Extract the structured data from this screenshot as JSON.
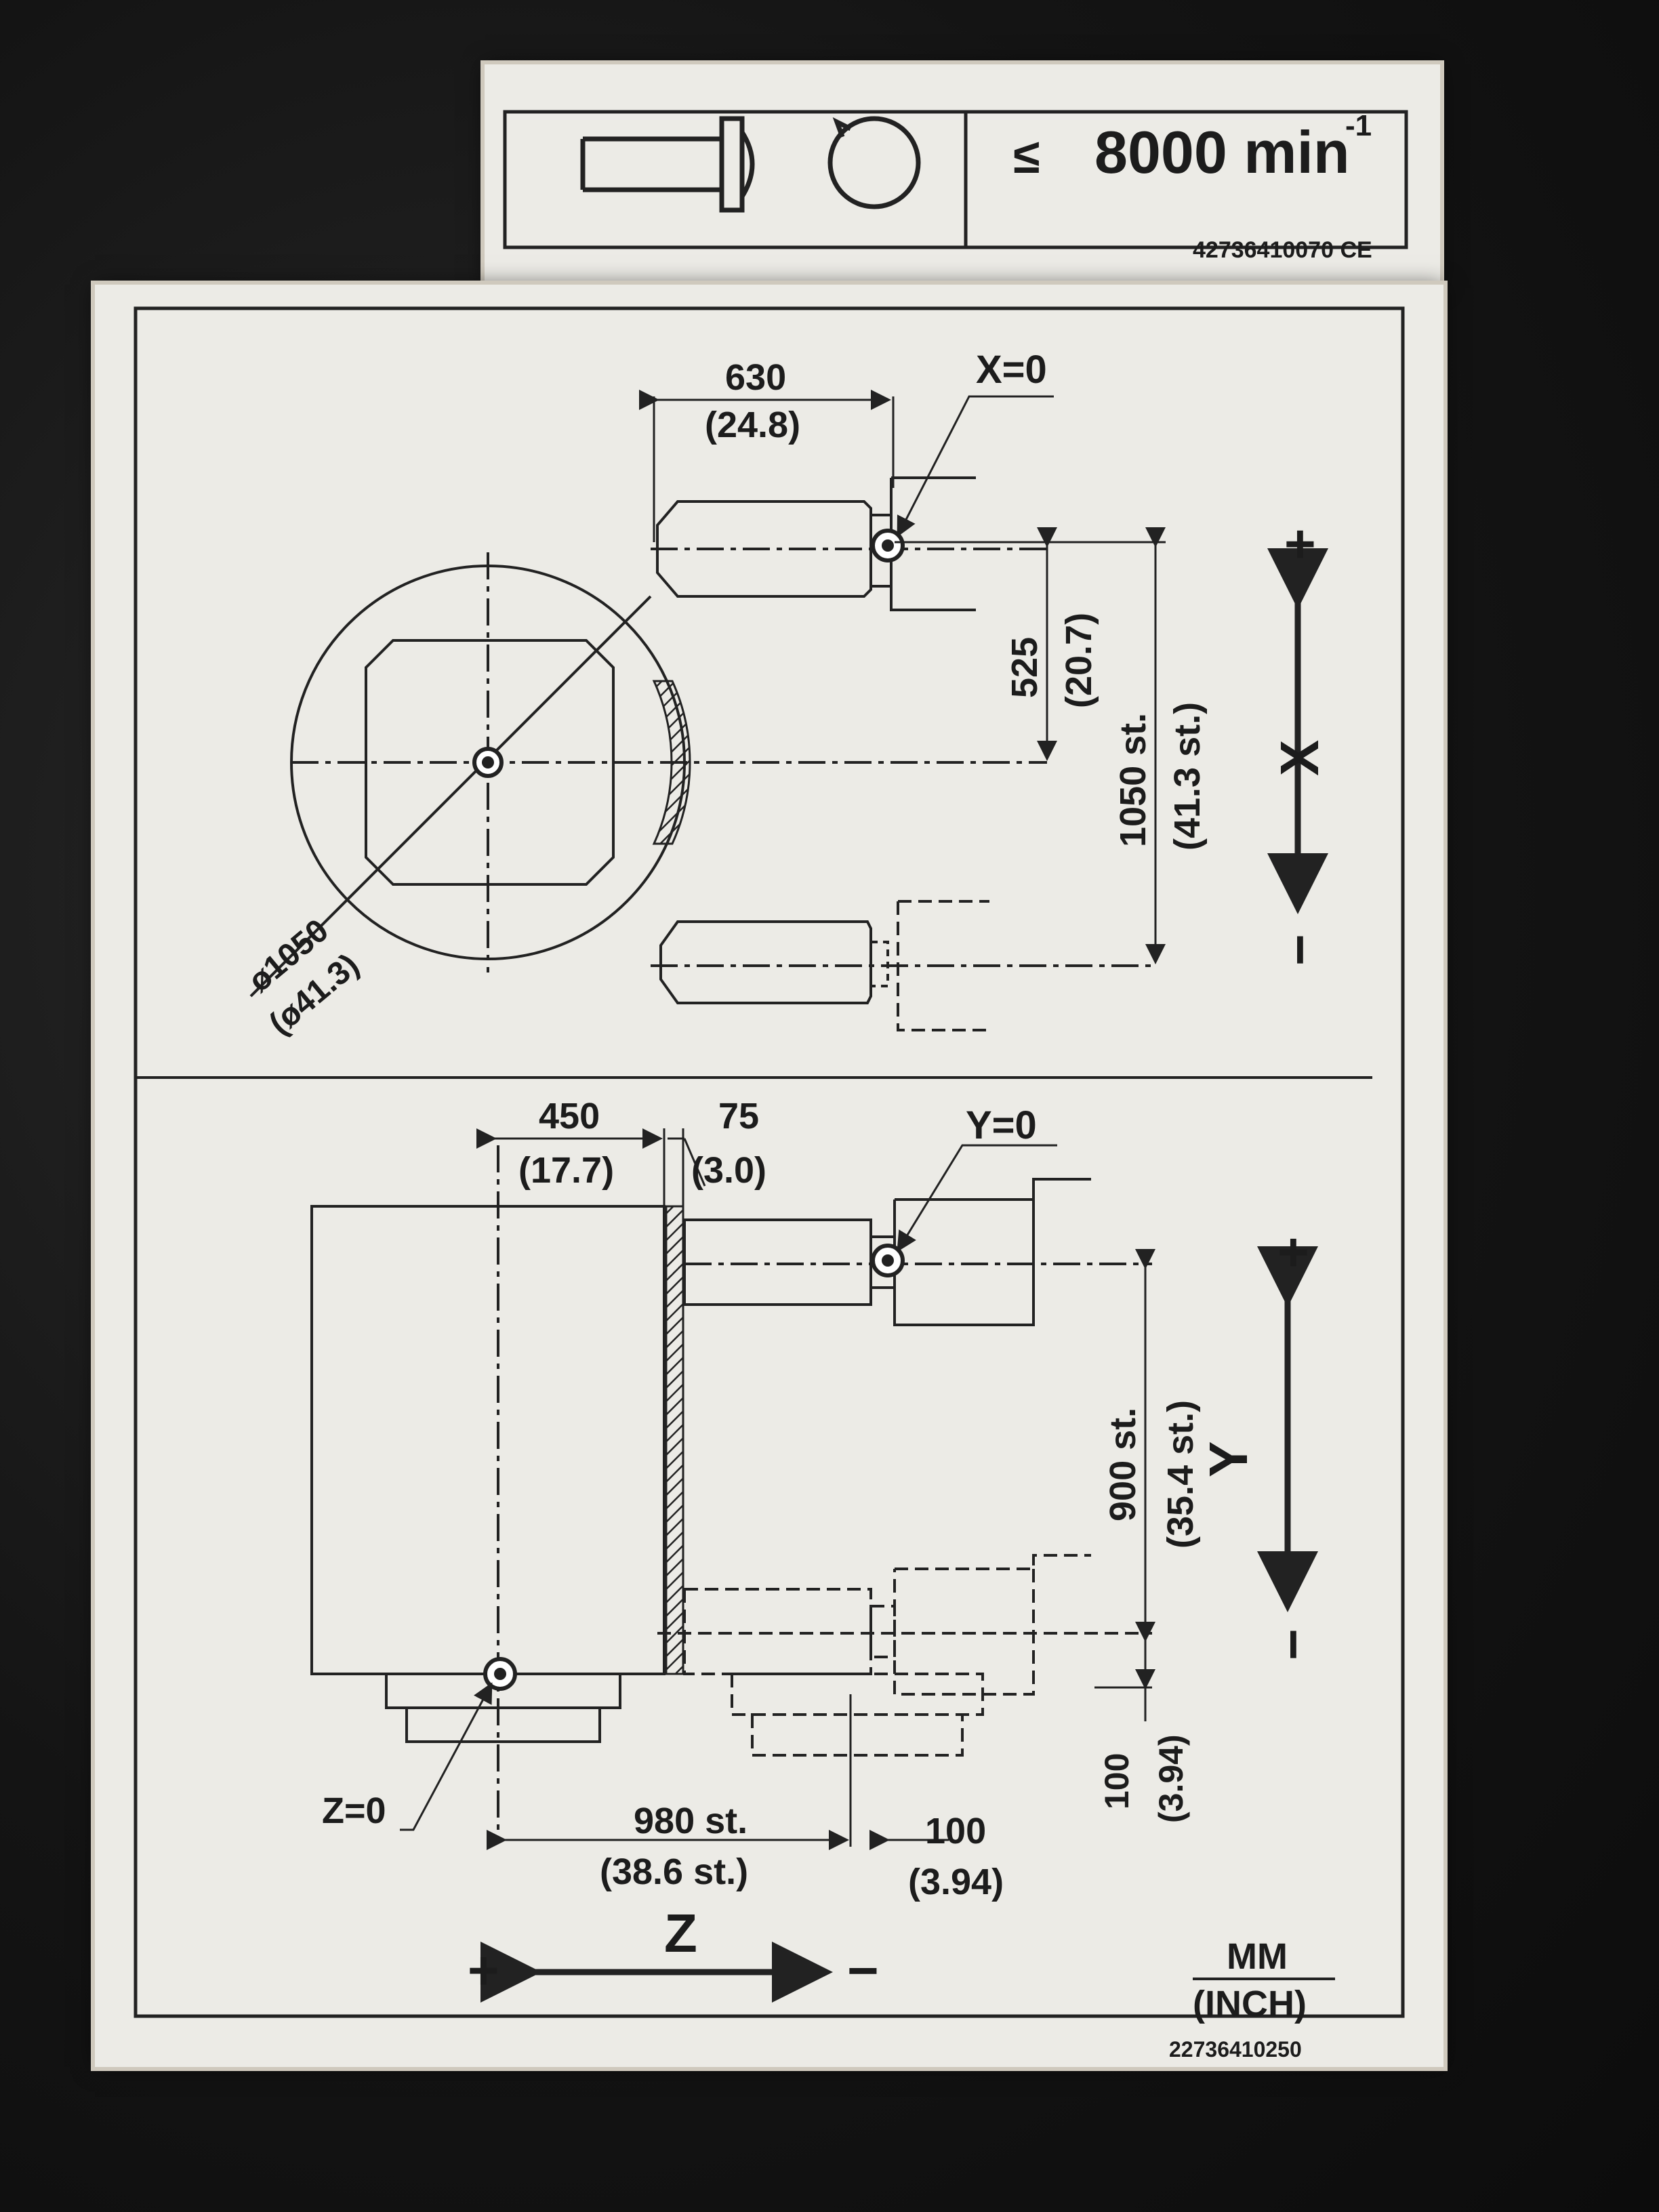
{
  "speed_label": {
    "symbol": "≤",
    "value": "8000 min",
    "exponent": "-1",
    "part_number": "42736410070 CE"
  },
  "travel_label": {
    "part_number": "22736410250",
    "units": {
      "primary": "MM",
      "secondary": "(INCH)"
    },
    "x_section": {
      "axis": "X",
      "plus": "+",
      "minus": "−",
      "origin": "X=0",
      "dim_630": "630",
      "dim_630_in": "(24.8)",
      "dim_525": "525",
      "dim_525_in": "(20.7)",
      "stroke": "1050 st.",
      "stroke_in": "(41.3 st.)",
      "diameter": "ø1050",
      "diameter_in": "(ø41.3)"
    },
    "z_section": {
      "axis_y": "Y",
      "axis_z": "Z",
      "plus": "+",
      "minus": "−",
      "origin_y": "Y=0",
      "origin_z": "Z=0",
      "dim_450": "450",
      "dim_450_in": "(17.7)",
      "dim_75": "75",
      "dim_75_in": "(3.0)",
      "stroke_y": "900 st.",
      "stroke_y_in": "(35.4 st.)",
      "dim_100_v": "100",
      "dim_100_v_in": "(3.94)",
      "stroke_z": "980 st.",
      "stroke_z_in": "(38.6 st.)",
      "dim_100_h": "100",
      "dim_100_h_in": "(3.94)"
    }
  }
}
